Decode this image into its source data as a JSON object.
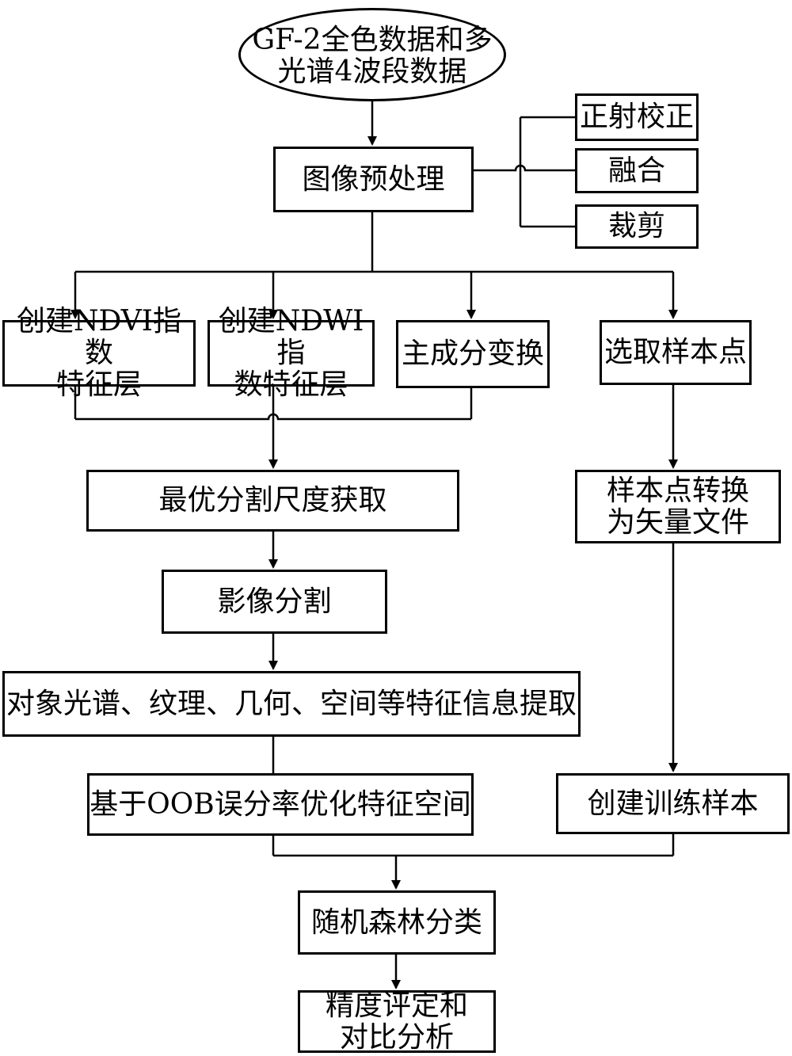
{
  "nodes": {
    "input": {
      "line1": "GF-2全色数据和多",
      "line2": "光谱4波段数据"
    },
    "preprocess": {
      "text": "图像预处理"
    },
    "ortho": {
      "text": "正射校正"
    },
    "fusion": {
      "text": "融合"
    },
    "clip": {
      "text": "裁剪"
    },
    "ndvi": {
      "line1": "创建NDVI指数",
      "line2": "特征层"
    },
    "ndwi": {
      "line1": "创建NDWI指",
      "line2": "数特征层"
    },
    "pca": {
      "text": "主成分变换"
    },
    "sample_points": {
      "text": "选取样本点"
    },
    "optimal_scale": {
      "text": "最优分割尺度获取"
    },
    "convert_vector": {
      "line1": "样本点转换",
      "line2": "为矢量文件"
    },
    "segmentation": {
      "text": "影像分割"
    },
    "feature_extract": {
      "text": "对象光谱、纹理、几何、空间等特征信息提取"
    },
    "oob_optimize": {
      "text": "基于OOB误分率优化特征空间"
    },
    "create_training": {
      "text": "创建训练样本"
    },
    "random_forest": {
      "text": "随机森林分类"
    },
    "accuracy": {
      "line1": "精度评定和",
      "line2": "对比分析"
    }
  }
}
